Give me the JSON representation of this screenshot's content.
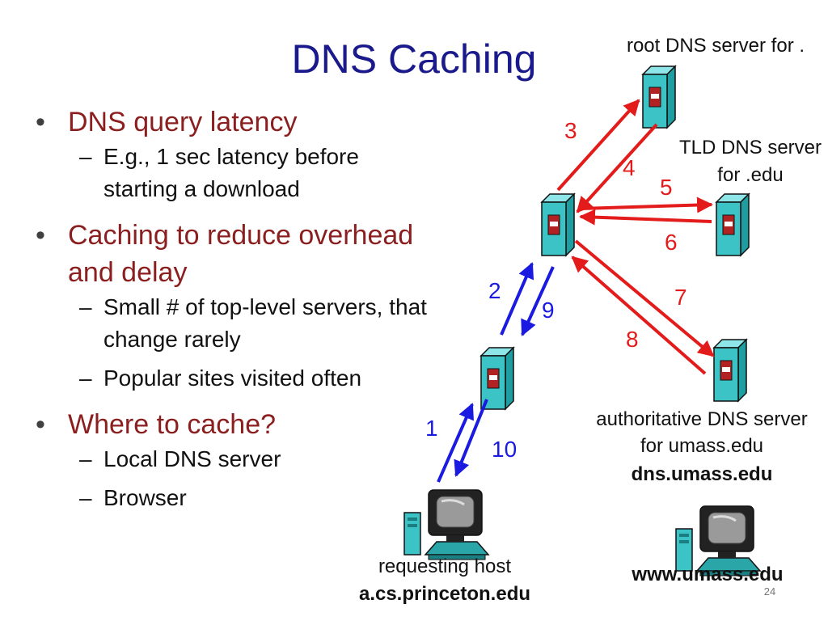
{
  "title": "DNS Caching",
  "bullets": [
    {
      "text": "DNS query latency",
      "subs": [
        "E.g., 1 sec latency before starting a download"
      ]
    },
    {
      "text": "Caching to reduce overhead and delay",
      "subs": [
        "Small # of top-level servers, that change rarely",
        "Popular sites visited often"
      ]
    },
    {
      "text": "Where to cache?",
      "subs": [
        "Local DNS server",
        "Browser"
      ]
    }
  ],
  "labels": {
    "root": "root DNS server for .",
    "tld_line1": "TLD DNS server",
    "tld_line2": "for .edu",
    "auth_line1": "authoritative DNS server",
    "auth_line2": "for umass.edu",
    "auth_host": "dns.umass.edu",
    "req_line1": "requesting host",
    "req_host": "a.cs.princeton.edu",
    "web_host": "www.umass.edu"
  },
  "arrows": {
    "a1": "1",
    "a2": "2",
    "a3": "3",
    "a4": "4",
    "a5": "5",
    "a6": "6",
    "a7": "7",
    "a8": "8",
    "a9": "9",
    "a10": "10"
  },
  "colors": {
    "title": "#1a1a8c",
    "bullet": "#8b1f1f",
    "red_arrow": "#e31b1b",
    "blue_arrow": "#1a1ae0",
    "server": "#3cc3c6"
  },
  "page_number": "24"
}
